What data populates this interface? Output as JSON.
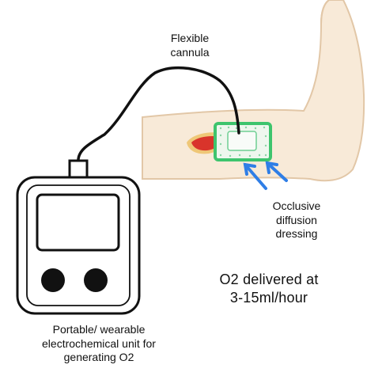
{
  "labels": {
    "cannula": [
      "Flexible",
      "cannula"
    ],
    "dressing": [
      "Occlusive",
      "diffusion",
      "dressing"
    ],
    "delivery": [
      "O2 delivered at",
      "3-15ml/hour"
    ],
    "unit": [
      "Portable/ wearable",
      "electrochemical unit for",
      "generating O2"
    ]
  },
  "colors": {
    "skin": "#f8ead8",
    "skin_outline": "#e2c7a7",
    "wound": "#d9342b",
    "wound_rim": "#efc777",
    "dressing_border": "#3ec46d",
    "dressing_fill": "#eef7ee",
    "arrows": "#2f7ee6",
    "outline": "#111111",
    "buttons": "#111111"
  },
  "icons": {
    "device": "oxygen-generator-device",
    "arrows": "pointing-arrow-icons"
  }
}
